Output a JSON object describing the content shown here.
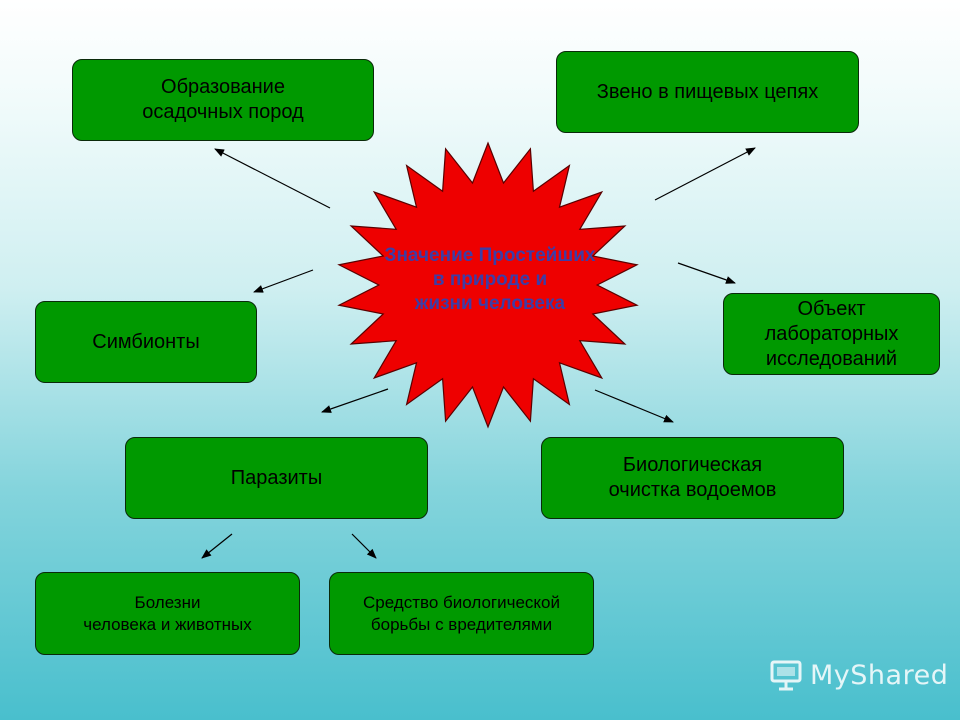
{
  "center": {
    "title": "Значение Простейших\nв природе и\nжизни человека",
    "fill": "#ee0000",
    "text_color": "#3d3da6"
  },
  "nodes": {
    "sedimentary": "Образование\n осадочных пород",
    "food_chain": "Звено в пищевых цепях",
    "symbionts": "Симбионты",
    "lab_object": "Объект\nлабораторных\n исследований",
    "parasites": "Паразиты",
    "bio_cleaning": "Биологическая\n очистка водоемов",
    "diseases": "Болезни\nчеловека и животных",
    "pest_control": "Средство биологической\nборьбы с вредителями"
  },
  "colors": {
    "node_fill": "#009900",
    "node_border": "#0a2a0a",
    "arrow": "#000000"
  },
  "watermark": {
    "text": "MyShared"
  }
}
